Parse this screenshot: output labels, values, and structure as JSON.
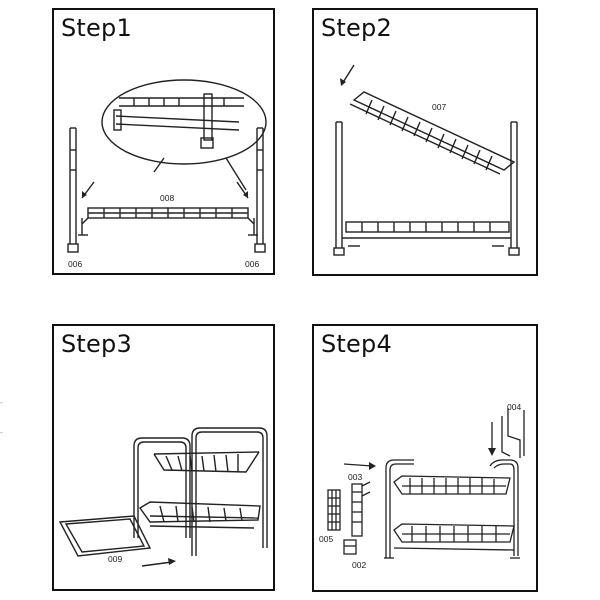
{
  "steps": [
    {
      "title": "Step1",
      "labels": {
        "part_left": "006",
        "part_right": "006",
        "part_mid": "008"
      }
    },
    {
      "title": "Step2",
      "labels": {
        "part_top": "007"
      }
    },
    {
      "title": "Step3",
      "labels": {
        "part_tray": "009"
      }
    },
    {
      "title": "Step4",
      "labels": {
        "part_hook": "004",
        "part_a": "003",
        "part_b": "005",
        "part_c": "002"
      }
    }
  ]
}
